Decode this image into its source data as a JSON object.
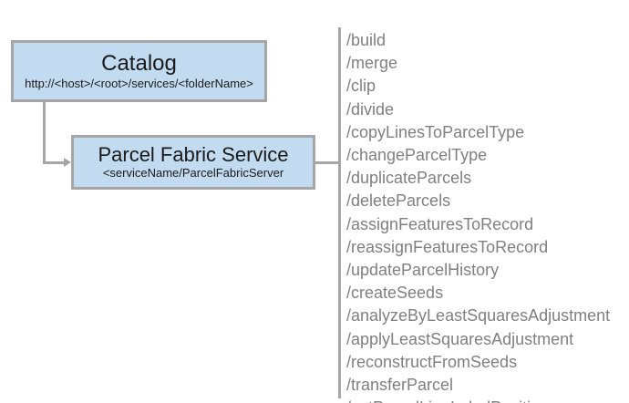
{
  "diagram": {
    "background_color": "#ffffff",
    "node_fill_color": "#c3dbf0",
    "node_border_color": "#a6a6a6",
    "connector_color": "#a6a6a6",
    "list_text_color": "#808080"
  },
  "nodes": {
    "catalog": {
      "title": "Catalog",
      "subtitle": "http://<host>/<root>/services/<folderName>"
    },
    "parcel_fabric_service": {
      "title": "Parcel Fabric Service",
      "subtitle": "<serviceName/ParcelFabricServer"
    }
  },
  "operations": {
    "items": [
      "/build",
      "/merge",
      "/clip",
      "/divide",
      "/copyLinesToParcelType",
      "/changeParcelType",
      "/duplicateParcels",
      "/deleteParcels",
      "/assignFeaturesToRecord",
      "/reassignFeaturesToRecord",
      "/updateParcelHistory",
      "/createSeeds",
      "/analyzeByLeastSquaresAdjustment",
      "/applyLeastSquaresAdjustment",
      "/reconstructFromSeeds",
      "/transferParcel",
      "/setParcelLineLabelPosition"
    ]
  }
}
